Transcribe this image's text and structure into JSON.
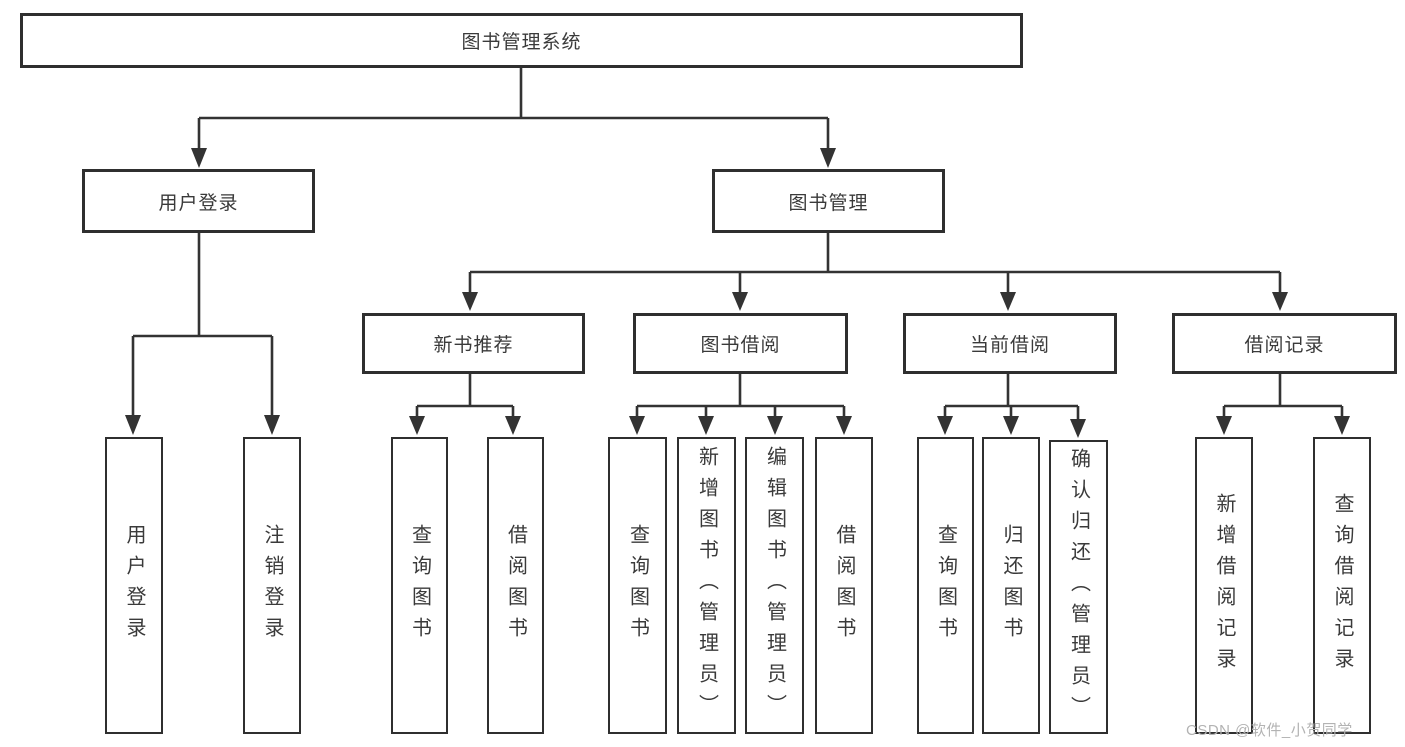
{
  "diagram_type": "hierarchy-tree",
  "colors": {
    "line": "#333333",
    "box_border": "#2f2f2f",
    "box_fill": "#ffffff",
    "text": "#3a3a3a",
    "watermark": "#b3b3b3",
    "background": "#ffffff"
  },
  "tree": {
    "label": "图书管理系统",
    "children": [
      {
        "label": "用户登录",
        "children": [
          {
            "label": "用户登录"
          },
          {
            "label": "注销登录"
          }
        ]
      },
      {
        "label": "图书管理",
        "children": [
          {
            "label": "新书推荐",
            "children": [
              {
                "label": "查询图书"
              },
              {
                "label": "借阅图书"
              }
            ]
          },
          {
            "label": "图书借阅",
            "children": [
              {
                "label": "查询图书"
              },
              {
                "label": "新增图书（管理员）"
              },
              {
                "label": "编辑图书（管理员）"
              },
              {
                "label": "借阅图书"
              }
            ]
          },
          {
            "label": "当前借阅",
            "children": [
              {
                "label": "查询图书"
              },
              {
                "label": "归还图书"
              },
              {
                "label": "确认归还（管理员）"
              }
            ]
          },
          {
            "label": "借阅记录",
            "children": [
              {
                "label": "新增借阅记录"
              },
              {
                "label": "查询借阅记录"
              }
            ]
          }
        ]
      }
    ]
  },
  "watermark": {
    "text": "CSDN @软件_小贺同学"
  }
}
